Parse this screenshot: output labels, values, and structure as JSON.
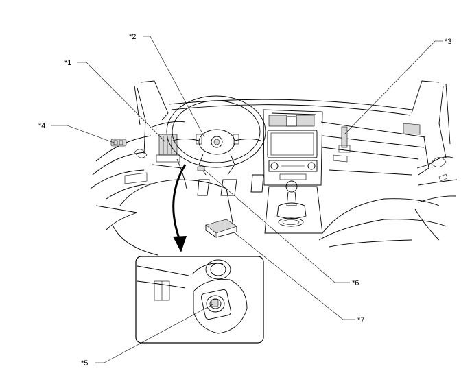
{
  "callouts": [
    {
      "id": "1",
      "label": "*1"
    },
    {
      "id": "2",
      "label": "*2"
    },
    {
      "id": "3",
      "label": "*3"
    },
    {
      "id": "4",
      "label": "*4"
    },
    {
      "id": "5",
      "label": "*5"
    },
    {
      "id": "6",
      "label": "*6"
    },
    {
      "id": "7",
      "label": "*7"
    }
  ]
}
